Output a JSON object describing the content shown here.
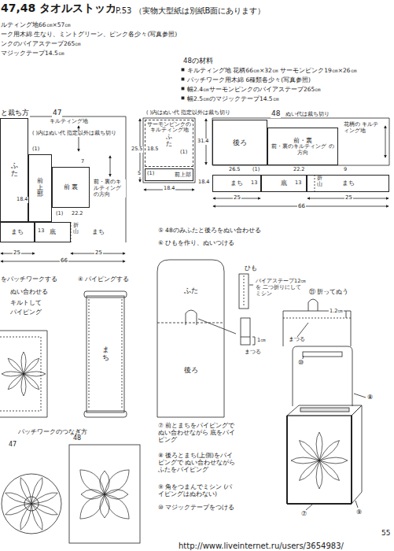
{
  "diagram": {
    "title": "47,48 タオルストッカー",
    "nodes": [
      {
        "text": [
          "ふた"
        ]
      },
      {
        "text": [
          "前上部"
        ]
      },
      {
        "text": [
          "前 裏"
        ]
      },
      {
        "text": [
          "まち"
        ]
      },
      {
        "text": [
          "底"
        ]
      },
      {
        "text": [
          "まち"
        ]
      },
      {
        "text": [
          "サーモンピンクの キルティング地",
          "ふた"
        ]
      },
      {
        "text": [
          "前上部"
        ]
      },
      {
        "text": [
          "後ろ"
        ]
      },
      {
        "text": [
          "前・裏",
          "前・裏のキルティング の方向"
        ]
      },
      {
        "text": [
          "まち"
        ]
      },
      {
        "text": [
          "底"
        ]
      },
      {
        "text": [
          "まち"
        ]
      },
      {
        "text": [
          "まち"
        ]
      },
      {
        "text": [
          "ふた"
        ]
      },
      {
        "text": [
          "後ろ"
        ]
      }
    ],
    "labels": [
      "P.53 （実物大型紙は別紙B面にあります）",
      "ルティング地66㎝×57㎝",
      "ーク用木綿 生なり、ミントグリーン、ピンク各少々(写真参照)",
      "ンクのバイアステープ265㎝",
      "マジックテープ14.5㎝",
      "48の材料",
      "キルティング地 花柄66㎝×32㎝ サーモンピンク19㎝×26㎝",
      "パッチワーク用木綿 6種類各少々(写真参照)",
      "幅2.4㎝サーモンピンクのバイアステープ265㎝",
      "幅2.5㎝のマジックテープ14.5㎝",
      "と裁ち方",
      "47",
      "キルティング地",
      "( )内はぬい代 指定以外は裁ち切り",
      "18.4",
      "(1)",
      "7",
      "(1)",
      "22.2",
      "前・裏のキルティング の方向",
      "13",
      "折山",
      "25",
      "25",
      "66",
      "( )内はぬい代 指定以外は裁ち切り",
      "25.5",
      "18.5",
      "(1)",
      "5",
      "(1)",
      "18.4",
      "48",
      "ぬい代は裁ち切り",
      "花柄の キルティング地",
      "31.4",
      "26.5",
      "(1)",
      "22.2",
      "9",
      "13",
      "13",
      "折山",
      "25",
      "25",
      "66",
      "18.4",
      "をパッチワークする",
      "ぬい合わせる",
      "キルトして",
      "パイピング",
      "④ パイピングする",
      "パッチワークのつなぎ方",
      "47",
      "48",
      "⑤ 48のみふたと後ろをぬい合わせる",
      "⑥ ひもを作り、ぬいつける",
      "ひも",
      "バイアステープ12㎝を 二つ折りにして ミシン",
      "1㎝",
      "まつる",
      "⑪ 折ってぬう",
      "1.2㎝",
      "まつる",
      "⑩",
      "⑧",
      "⑦",
      "⑨",
      "⑦ 前とまちをパイピングで ぬい合わせながら 底をパイピング",
      "⑧ 後ろとまち(上側)をパイピングで ぬい合わせながら ふたをパイピング",
      "⑨ 角をつまんでミシン (パイピングはぬわない)",
      "⑩ マジックテープをつける",
      "55",
      "http://www.liveinternet.ru/users/3654983/"
    ]
  }
}
